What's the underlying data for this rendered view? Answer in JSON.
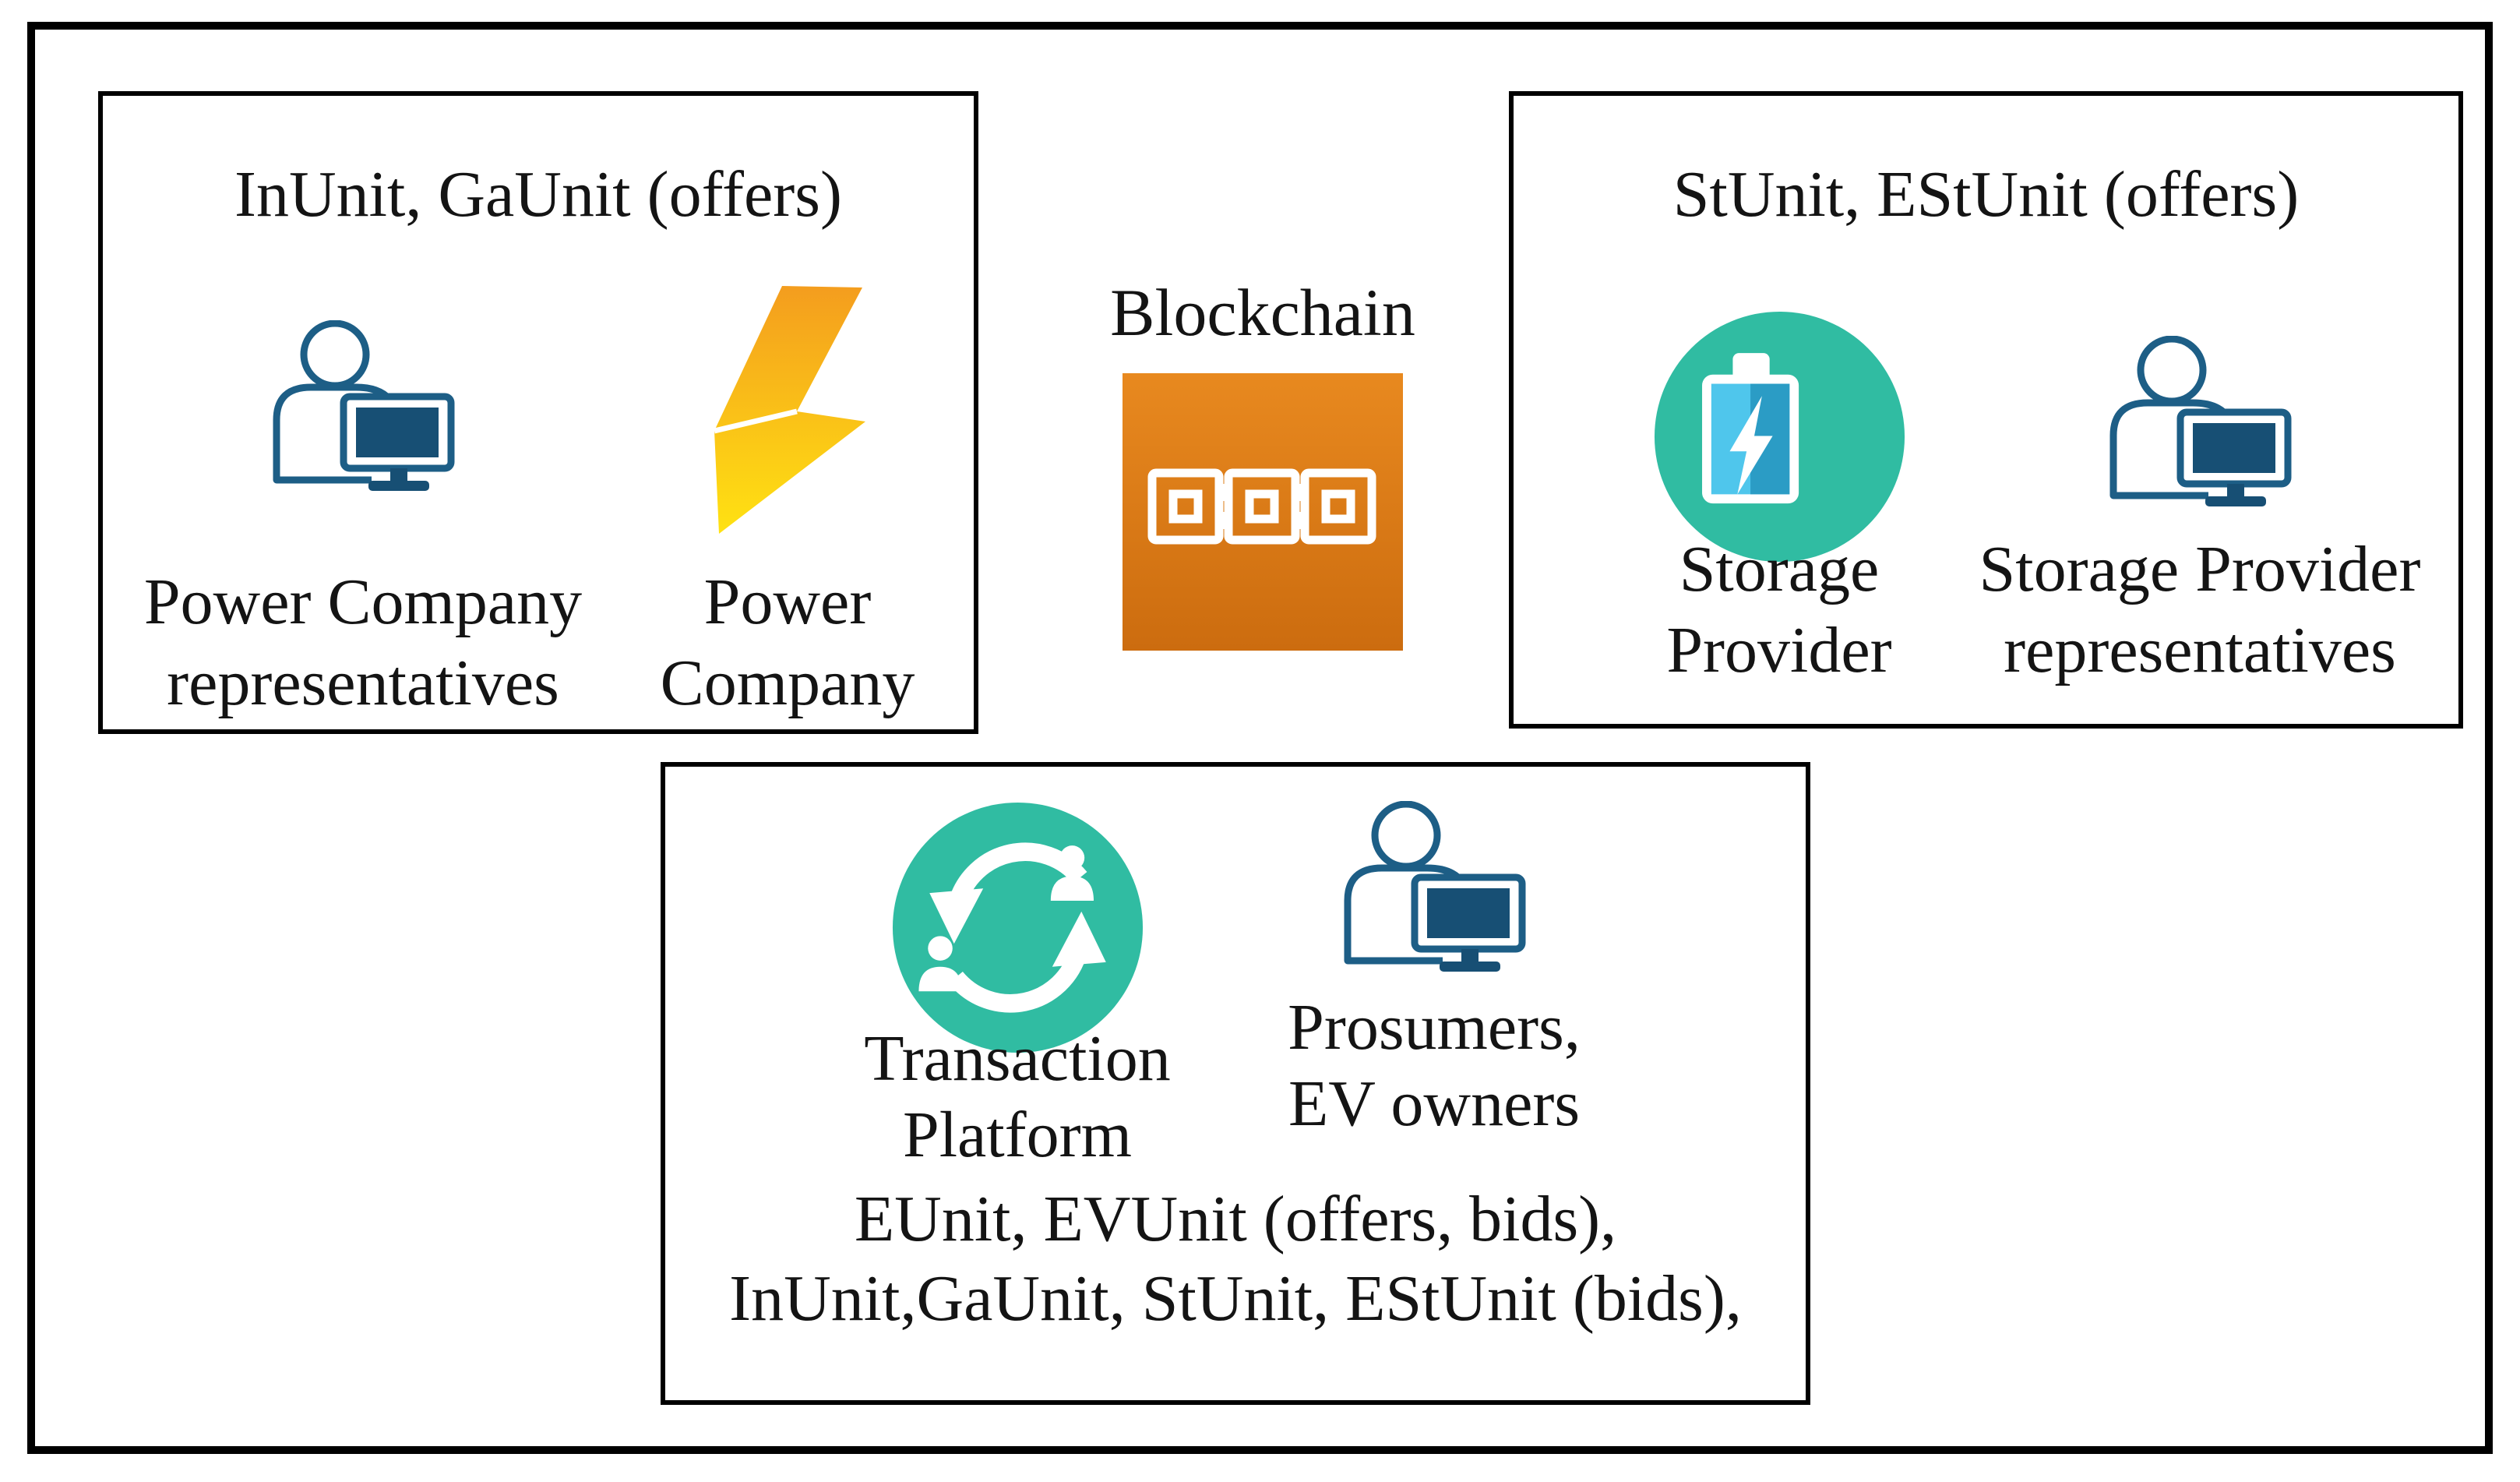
{
  "figure": {
    "blockchain": {
      "label": "Blockchain"
    },
    "panels": {
      "power": {
        "title": "InUnit, GaUnit (offers)",
        "actors": [
          {
            "icon": "person-computer-icon",
            "lines": [
              "Power Company",
              "representatives"
            ]
          },
          {
            "icon": "lightning-bolt-icon",
            "lines": [
              "Power",
              "Company"
            ]
          }
        ]
      },
      "storage": {
        "title": "StUnit, EStUnit (offers)",
        "actors": [
          {
            "icon": "battery-storage-icon",
            "lines": [
              "Storage",
              "Provider"
            ]
          },
          {
            "icon": "person-computer-icon",
            "lines": [
              "Storage Provider",
              "representatives"
            ]
          }
        ]
      },
      "platform": {
        "actors": [
          {
            "icon": "transaction-platform-icon",
            "lines": [
              "Transaction",
              "Platform"
            ]
          },
          {
            "icon": "person-computer-icon",
            "lines": [
              "Prosumers,",
              "EV owners"
            ]
          }
        ],
        "footer_lines": [
          "EUnit, EVUnit (offers, bids),",
          "InUnit,GaUnit, StUnit, EStUnit (bids),"
        ]
      }
    }
  },
  "colors": {
    "frame-black": "#000000",
    "text-black": "#141414",
    "icon-blue": "#1D5E86",
    "screen-blue": "#174F74",
    "teal": "#30BCA2",
    "battery-light": "#4FC6EC",
    "battery-dark": "#2B9CC5",
    "bolt-orange": "#F49D1E",
    "bolt-yellow": "#FFE212",
    "block-orange-light": "#E8891F",
    "block-orange-dark": "#CC6C0F"
  }
}
